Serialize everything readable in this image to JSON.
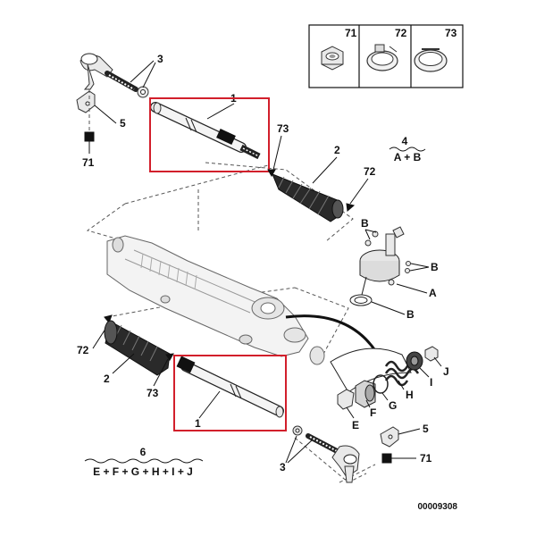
{
  "reference_code": "00009308",
  "colors": {
    "highlight": "#d21f2b",
    "ink": "#111111"
  },
  "labels": {
    "tie_rod_top": "1",
    "tie_rod_bottom": "1",
    "boot_top": "2",
    "boot_bottom": "2",
    "tie_rod_end_top": "3",
    "tie_rod_end_bottom": "3",
    "kit_4": "4",
    "kit_4_formula": "A + B",
    "clip_top": "5",
    "clip_bottom": "5",
    "kit_6": "6",
    "kit_6_formula": "E + F + G + H + I + J",
    "nut_top": "71",
    "nut_bottom": "71",
    "clamp_top": "72",
    "clamp_bottom": "72",
    "clip73_top": "73",
    "clip73_bottom": "73",
    "A": "A",
    "B1": "B",
    "B2": "B",
    "B3": "B",
    "E": "E",
    "F": "F",
    "G": "G",
    "H": "H",
    "I": "I",
    "J": "J"
  },
  "legend": [
    {
      "label": "71",
      "icon": "lock-nut-icon"
    },
    {
      "label": "72",
      "icon": "clamp-ring-icon"
    },
    {
      "label": "73",
      "icon": "clip-band-icon"
    }
  ]
}
